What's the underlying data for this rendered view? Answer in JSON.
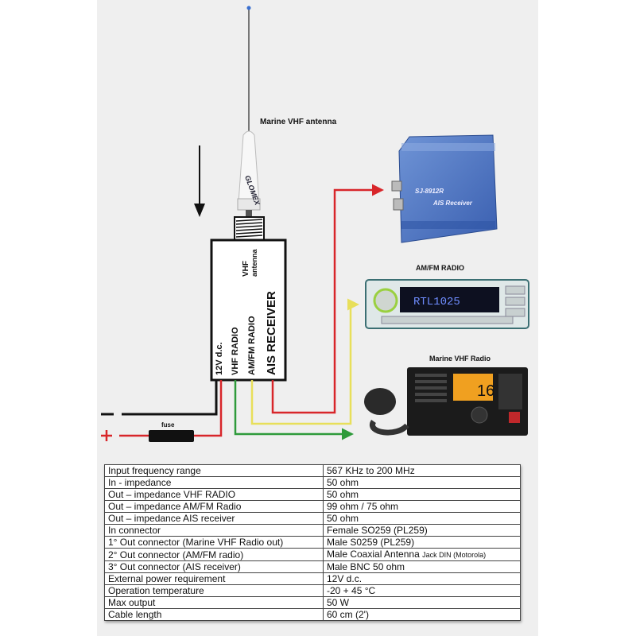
{
  "labels": {
    "antenna": "Marine VHF antenna",
    "antenna_brand": "GLOMEX",
    "box_vhf_antenna_1": "VHF",
    "box_vhf_antenna_2": "antenna",
    "box_12v": "12V d.c.",
    "box_vhf_radio": "VHF RADIO",
    "box_amfm_radio": "AM/FM RADIO",
    "box_ais_receiver": "AIS RECEIVER",
    "fuse": "fuse",
    "minus": "−",
    "plus": "+",
    "ais_model": "SJ-8912R",
    "ais_device": "AIS Receiver",
    "amfm_title": "AM/FM RADIO",
    "amfm_display": "RTL1025",
    "vhf_title": "Marine VHF Radio",
    "vhf_channel": "16"
  },
  "wire_colors": {
    "black": "#111111",
    "power": "#d8262a",
    "ais": "#d8262a",
    "amfm": "#e8df5a",
    "vhf": "#2e9a3a"
  },
  "spec_table": [
    {
      "param": "Input frequency range",
      "value": "567 KHz to 200 MHz"
    },
    {
      "param": "In - impedance",
      "value": "50 ohm"
    },
    {
      "param": "Out – impedance VHF RADIO",
      "value": "50 ohm"
    },
    {
      "param": "Out – impedance AM/FM Radio",
      "value": "99 ohm / 75 ohm"
    },
    {
      "param": "Out – impedance AIS receiver",
      "value": "50 ohm"
    },
    {
      "param": "In connector",
      "value": "Female SO259 (PL259)"
    },
    {
      "param": "1° Out connector (Marine VHF Radio out)",
      "value": "Male S0259 (PL259)"
    },
    {
      "param": "2° Out connector (AM/FM radio)",
      "value": "Male Coaxial Antenna",
      "value_small": "Jack DIN (Motorola)"
    },
    {
      "param": "3° Out connector (AIS receiver)",
      "value": "Male BNC 50 ohm"
    },
    {
      "param": "External power requirement",
      "value": "12V d.c."
    },
    {
      "param": "Operation temperature",
      "value": "-20 + 45 °C"
    },
    {
      "param": "Max output",
      "value": "50 W"
    },
    {
      "param": "Cable length",
      "value": "60 cm (2')"
    }
  ]
}
